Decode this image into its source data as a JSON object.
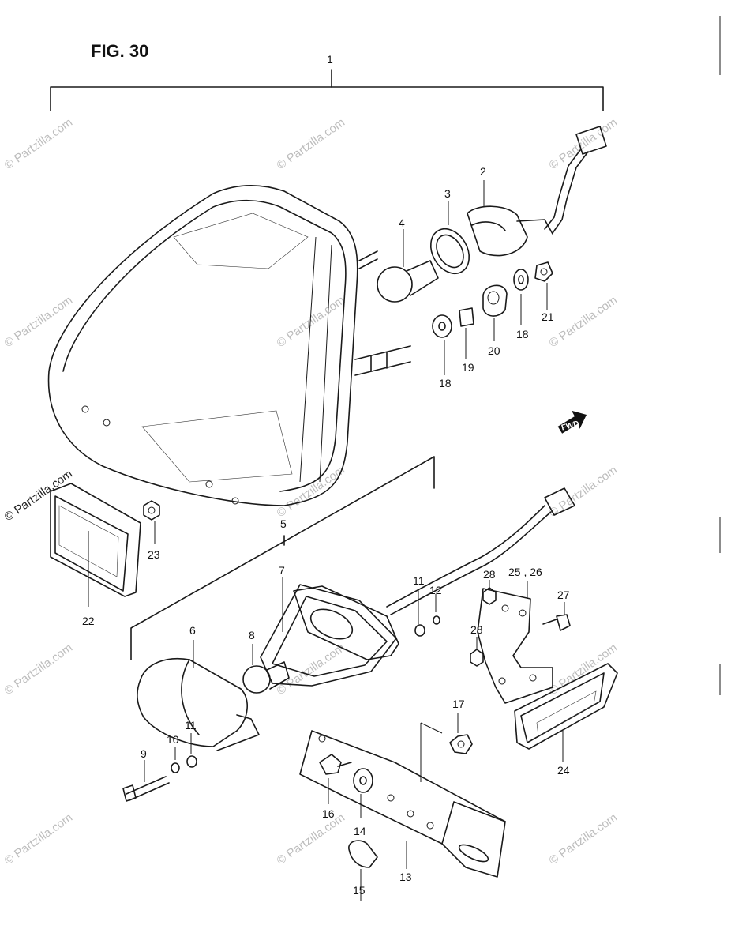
{
  "figure": {
    "title": "FIG. 30"
  },
  "watermark": {
    "text": "© Partzilla.com"
  },
  "direction_marker": {
    "text": "FWD"
  },
  "callouts": {
    "c1": "1",
    "c2": "2",
    "c3": "3",
    "c4": "4",
    "c5": "5",
    "c6": "6",
    "c7": "7",
    "c8": "8",
    "c9": "9",
    "c10": "10",
    "c11a": "11",
    "c11b": "11",
    "c12": "12",
    "c13": "13",
    "c14": "14",
    "c15": "15",
    "c16": "16",
    "c17": "17",
    "c18a": "18",
    "c18b": "18",
    "c19": "19",
    "c20": "20",
    "c21": "21",
    "c22": "22",
    "c23": "23",
    "c24": "24",
    "c25_26": "25 , 26",
    "c27": "27",
    "c28a": "28",
    "c28b": "28"
  }
}
